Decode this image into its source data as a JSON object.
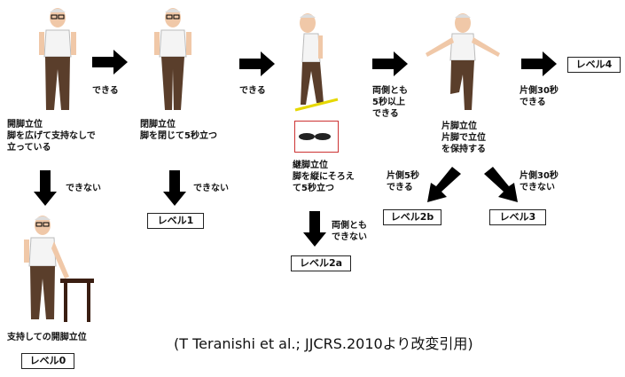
{
  "stage1": {
    "label": "開脚立位\n脚を広げて支持なしで\n立っている"
  },
  "stage2": {
    "label": "閉脚立位\n脚を閉じて5秒立つ"
  },
  "stage3": {
    "label": "継脚立位\n脚を縦にそろえ\nて5秒立つ"
  },
  "stage4": {
    "label": "片脚立位\n片脚で立位\nを保持する"
  },
  "support": {
    "label": "支持しての開脚立位"
  },
  "arrows": {
    "a1": "できる",
    "a2": "できる",
    "a3": "両側とも\n5秒以上\nできる",
    "a4": "片側30秒\nできる",
    "d1": "できない",
    "d2": "できない",
    "d3": "両側とも\nできない",
    "d4": "片側5秒\nできる",
    "d5": "片側30秒\nできない"
  },
  "levels": {
    "l0": "レベル0",
    "l1": "レベル1",
    "l2a": "レベル2a",
    "l2b": "レベル2b",
    "l3": "レベル3",
    "l4": "レベル4"
  },
  "credit": "(T Teranishi et al.; JJCRS.2010より改変引用)",
  "colors": {
    "skin": "#f0c8a8",
    "shirt": "#f4f4f4",
    "pants": "#5a3e2b",
    "hair": "#dddddd",
    "arrow": "#000000",
    "footbox": "#cc3333"
  }
}
